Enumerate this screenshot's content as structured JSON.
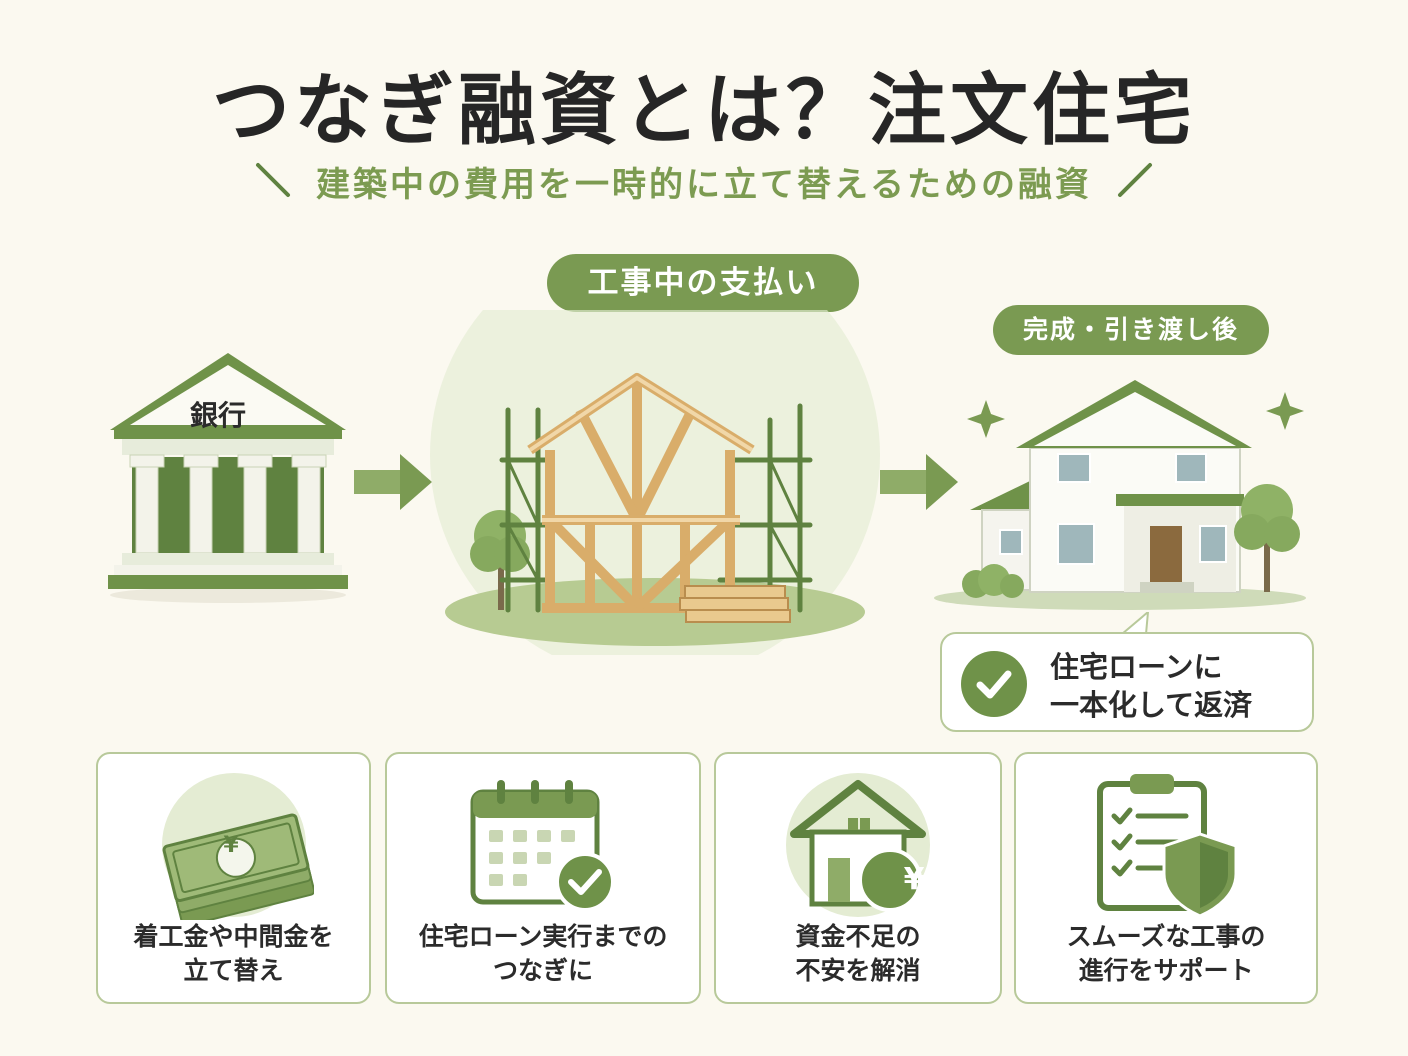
{
  "header": {
    "title": "つなぎ融資とは？注文住宅",
    "subtitle": "建築中の費用を一時的に立て替えるための融資"
  },
  "flow": {
    "bank_label": "銀行",
    "construction_label": "工事中の支払い",
    "completion_label": "完成・引き渡し後",
    "loan_note": "住宅ローンに\n一本化して返済"
  },
  "cards": [
    {
      "text": "着工金や中間金を\n立て替え",
      "icon": "yen-banknotes-icon"
    },
    {
      "text": "住宅ローン実行までの\nつなぎに",
      "icon": "calendar-check-icon"
    },
    {
      "text": "資金不足の\n不安を解消",
      "icon": "house-yen-icon"
    },
    {
      "text": "スムーズな工事の\n進行をサポート",
      "icon": "clipboard-shield-icon"
    }
  ],
  "symbols": {
    "yen": "¥"
  },
  "colors": {
    "accent": "#7a9a52",
    "dark_green": "#5f8240",
    "light_green": "#e3ebd2",
    "wood": "#e9c98e",
    "background": "#fbf9f0"
  }
}
